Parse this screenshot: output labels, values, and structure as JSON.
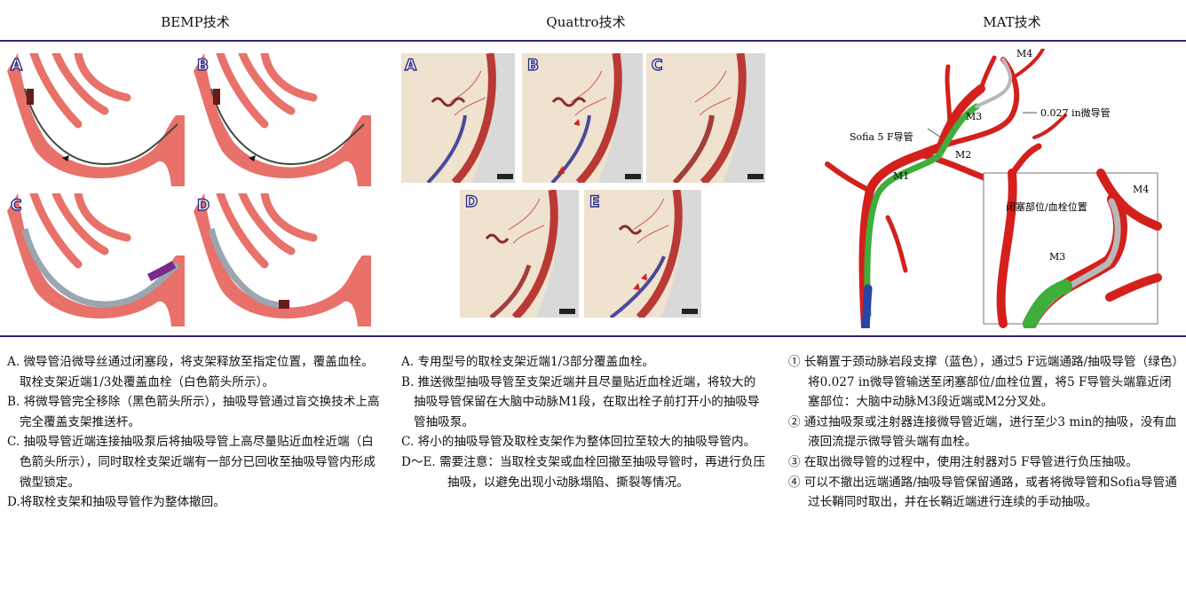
{
  "headers": {
    "bemp": "BEMP技术",
    "quattro": "Quattro技术",
    "mat": "MAT技术"
  },
  "bemp": {
    "panels": [
      "A",
      "B",
      "C",
      "D"
    ],
    "text": [
      "A. 微导管沿微导丝通过闭塞段，将支架释放至指定位置，覆盖血栓。",
      "取栓支架近端1/3处覆盖血栓（白色箭头所示）。",
      "B. 将微导管完全移除（黑色箭头所示），抽吸导管通过盲交换技术上高完全覆盖支架推送杆。",
      "C. 抽吸导管近端连接抽吸泵后将抽吸导管上高尽量贴近血栓近端（白色箭头所示），同时取栓支架近端有一部分已回收至抽吸导管内形成微型锁定。",
      "D.将取栓支架和抽吸导管作为整体撤回。"
    ]
  },
  "quattro": {
    "panels": [
      "A",
      "B",
      "C",
      "D",
      "E"
    ],
    "text": [
      "A. 专用型号的取栓支架近端1/3部分覆盖血栓。",
      "B. 推送微型抽吸导管至支架近端并且尽量贴近血栓近端，将较大的抽吸导管保留在大脑中动脉M1段，在取出栓子前打开小的抽吸导管抽吸泵。",
      "C. 将小的抽吸导管及取栓支架作为整体回拉至较大的抽吸导管内。",
      "D～E. 需要注意：当取栓支架或血栓回撤至抽吸导管时，再进行负压抽吸，以避免出现小动脉塌陷、撕裂等情况。"
    ]
  },
  "mat": {
    "labels": {
      "m4": "M4",
      "m3": "M3",
      "m2": "M2",
      "m1": "M1",
      "micro": "0.027 in微导管",
      "sofia": "Sofia 5 F导管",
      "inset_site": "闭塞部位/血栓位置",
      "inset_m4": "M4",
      "inset_m3": "M3"
    },
    "text": [
      "① 长鞘置于颈动脉岩段支撑（蓝色），通过5 F远端通路/抽吸导管（绿色）将0.027 in微导管输送至闭塞部位/血栓位置，将5 F导管头端靠近闭塞部位：大脑中动脉M3段近端或M2分叉处。",
      "② 通过抽吸泵或注射器连接微导管近端，进行至少3 min的抽吸，没有血液回流提示微导管头端有血栓。",
      "③ 在取出微导管的过程中，使用注射器对5 F导管进行负压抽吸。",
      "④ 可以不撤出远端通路/抽吸导管保留通路，或者将微导管和Sofia导管通过长鞘同时取出，并在长鞘近端进行连续的手动抽吸。"
    ]
  },
  "colors": {
    "rule": "#2a2a6e",
    "vessel": "#e8716a",
    "vesselDark": "#b93a34",
    "brain": "#efe2cf",
    "mca": "#d4201c",
    "green": "#3fae3a",
    "blue": "#2744a8",
    "gray": "#b8b8b8"
  }
}
